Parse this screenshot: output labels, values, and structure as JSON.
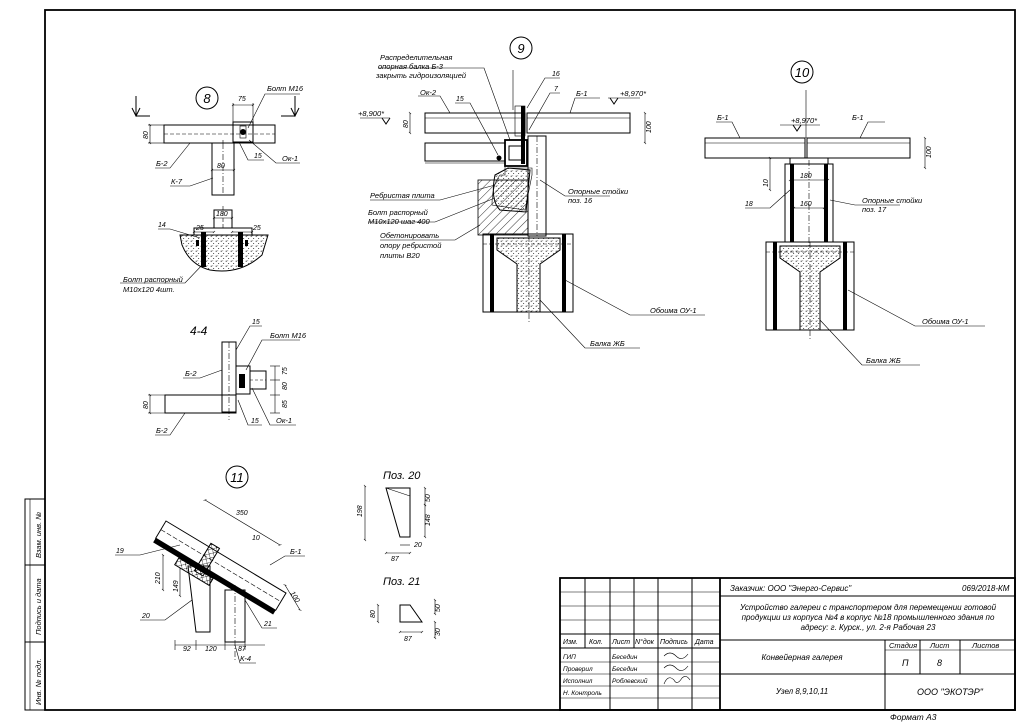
{
  "nodes": {
    "n8": {
      "number": "8",
      "bolt_m16": "Болт М16",
      "b2": "Б-2",
      "k7": "К-7",
      "ok1": "Ок-1",
      "pos15": "15",
      "d75": "75",
      "d80v": "80",
      "d80h": "80",
      "d180": "180",
      "d25a": "25",
      "d25b": "25",
      "pos14": "14",
      "bolt_spacer_l1": "Болт распорный",
      "bolt_spacer_l2": "М10х120 4шт."
    },
    "s44": {
      "title": "4-4",
      "pos15a": "15",
      "bolt_m16": "Болт М16",
      "b2a": "Б-2",
      "b2b": "Б-2",
      "d80": "80",
      "d75": "75",
      "d80b": "80",
      "d85": "85",
      "pos15b": "15",
      "ok1": "Ок-1"
    },
    "n9": {
      "number": "9",
      "beam_l1": "Распределительная",
      "beam_l2": "опорная балка Б-3",
      "beam_l3": "закрыть гидроизоляцией",
      "pos16": "16",
      "pos7": "7",
      "b1": "Б-1",
      "elev_a": "+8,970*",
      "ok2": "Ок-2",
      "pos15": "15",
      "elev_b": "+8,900*",
      "d80": "80",
      "d100": "100",
      "ribbed_slab": "Ребристая плита",
      "supports_l1": "Опорные стойки",
      "supports_l2": "поз. 16",
      "bolt_l1": "Болт распорный",
      "bolt_l2": "М10х120 шаг 400",
      "concrete_l1": "Обетонировать",
      "concrete_l2": "опору ребристой",
      "concrete_l3": "плиты В20",
      "casing": "Обоима ОУ-1",
      "rc_beam": "Балка ЖБ"
    },
    "n10": {
      "number": "10",
      "b1a": "Б-1",
      "b1b": "Б-1",
      "elev": "+8,970*",
      "d100": "100",
      "d10": "10",
      "d180": "180",
      "d18": "18",
      "d160": "160",
      "supports_l1": "Опорные стойки",
      "supports_l2": "поз. 17",
      "casing": "Обоима ОУ-1",
      "rc_beam": "Балка ЖБ"
    },
    "n11": {
      "number": "11",
      "d350": "350",
      "d10": "10",
      "pos19": "19",
      "b1": "Б-1",
      "d210": "210",
      "d149": "149",
      "d100": "100",
      "pos20": "20",
      "pos21": "21",
      "d92": "92",
      "d120": "120",
      "d87": "87",
      "k4": "К-4"
    },
    "p20": {
      "title": "Поз. 20",
      "d198": "198",
      "d50": "50",
      "d148": "148",
      "d20": "20",
      "d87": "87"
    },
    "p21": {
      "title": "Поз. 21",
      "d80": "80",
      "d50": "50",
      "d30": "30",
      "d87": "87"
    }
  },
  "side_stamp": {
    "inv_vzam": "Взам. инв. №",
    "sign_date": "Подпись и дата",
    "inv_podl": "Инв. № подл."
  },
  "title_block": {
    "customer": "Заказчик: ООО \"Энерго-Сервис\"",
    "code": "069/2018-КМ",
    "project_l1": "Устройство галереи с транспортером для перемещении готовой",
    "project_l2": "продукции из корпуса №4 в корпус №18 промышленного здания по",
    "project_l3": "адресу: г. Курск., ул. 2-я Рабочая 23",
    "col_izm": "Изм.",
    "col_kol": "Кол.",
    "col_list": "Лист",
    "col_ndok": "N°док",
    "col_podpis": "Подпись",
    "col_data": "Дата",
    "rows": [
      {
        "role": "ГИП",
        "name": "Беседин"
      },
      {
        "role": "Проверил",
        "name": "Беседин"
      },
      {
        "role": "Исполнил",
        "name": "Роблевский"
      },
      {
        "role": "Н. Контроль",
        "name": ""
      }
    ],
    "object": "Конвейерная галерея",
    "stage_h": "Стадия",
    "sheet_h": "Лист",
    "sheets_h": "Листов",
    "stage": "П",
    "sheet": "8",
    "sheets": "",
    "drawing": "Узел 8,9,10,11",
    "company": "ООО \"ЭКОТЭР\"",
    "format": "Формат А3"
  }
}
